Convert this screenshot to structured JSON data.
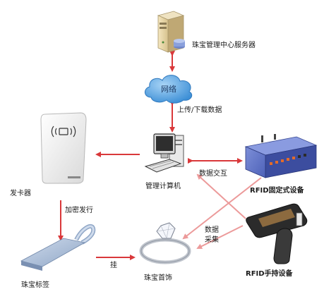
{
  "diagram": {
    "nodes": {
      "server": {
        "label": "珠宝管理中心服务器",
        "icon": "server-icon"
      },
      "network": {
        "label": "网络",
        "icon": "cloud-icon"
      },
      "computer": {
        "label": "管理计算机",
        "icon": "desktop-computer-icon"
      },
      "card_issuer": {
        "label": "发卡器",
        "icon": "rfid-card-reader-icon"
      },
      "fixed_device": {
        "label": "RFID固定式设备",
        "icon": "rfid-fixed-reader-icon"
      },
      "handheld_device": {
        "label": "RFID手持设备",
        "icon": "rfid-handheld-reader-icon"
      },
      "jewelry": {
        "label": "珠宝首饰",
        "icon": "diamond-ring-icon"
      },
      "tag": {
        "label": "珠宝标签",
        "icon": "rfid-hang-tag-icon"
      }
    },
    "edges": {
      "upload_download": "上传/下载数据",
      "data_exchange": "数据交互",
      "encrypt_issue": "加密发行",
      "hang": "挂",
      "data_collect_line1": "数据",
      "data_collect_line2": "采集"
    },
    "colors": {
      "arrow_red": "#d9383a",
      "arrow_pink": "#ec9a9a",
      "cloud_blue": "#3d8fd6",
      "device_blue": "#5a6fc4"
    }
  }
}
